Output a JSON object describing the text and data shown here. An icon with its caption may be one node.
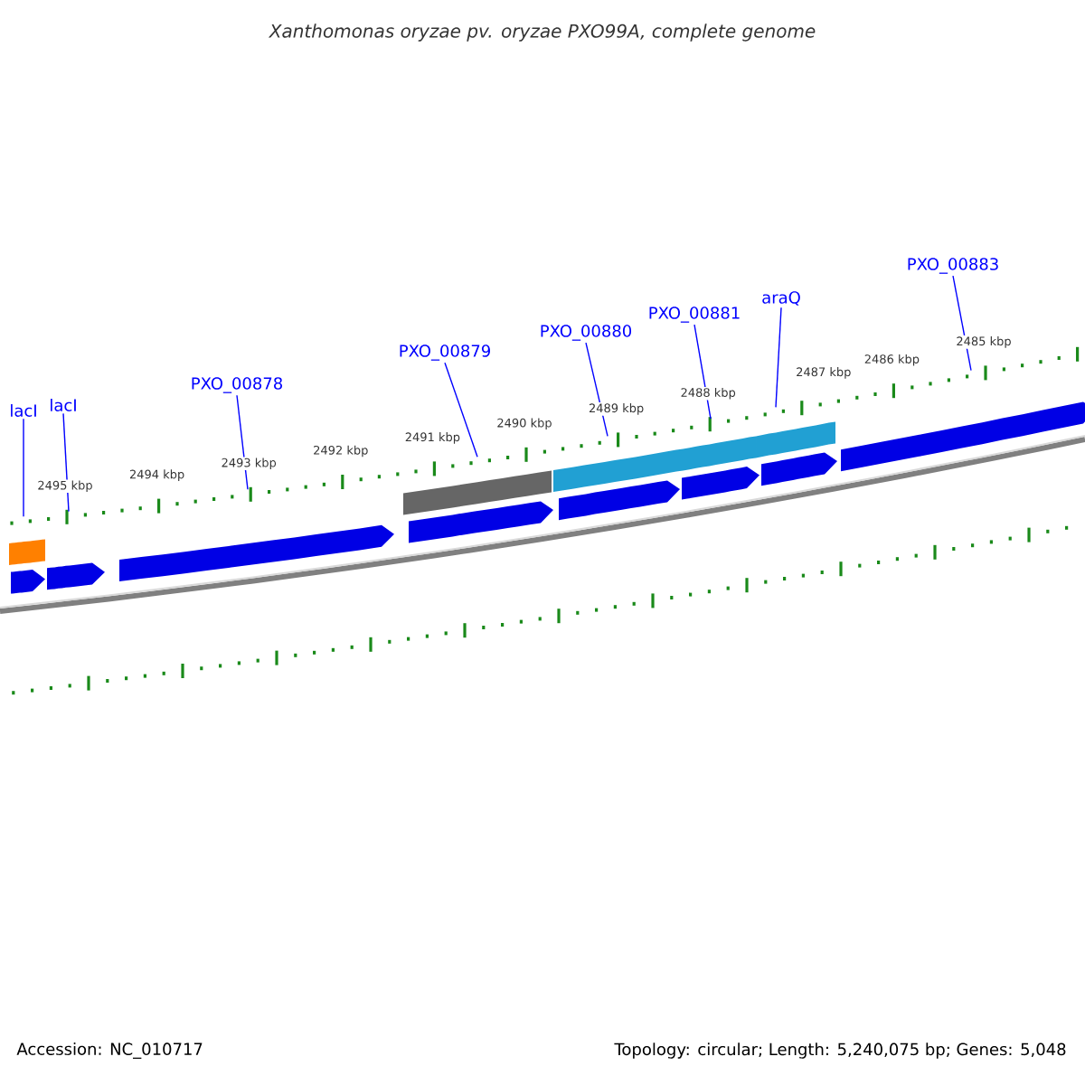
{
  "diagram": {
    "title": "Xanthomonas oryzae pv. oryzae PXO99A, complete genome",
    "nodes": [
      {
        "text": [
          "lacI"
        ]
      },
      {
        "text": [
          "lacI"
        ]
      },
      {
        "text": [
          "PXO_00878"
        ]
      },
      {
        "text": [
          "PXO_00879"
        ]
      },
      {
        "text": [
          "PXO_00880"
        ]
      },
      {
        "text": [
          "PXO_00881"
        ]
      },
      {
        "text": [
          "araQ"
        ]
      },
      {
        "text": [
          "PXO_00883"
        ]
      }
    ],
    "edges": [
      {
        "from": 0,
        "to": null,
        "arrow": "none"
      },
      {
        "from": 1,
        "to": null,
        "arrow": "none"
      },
      {
        "from": 2,
        "to": null,
        "arrow": "none"
      },
      {
        "from": 3,
        "to": null,
        "arrow": "none"
      },
      {
        "from": 4,
        "to": null,
        "arrow": "none"
      },
      {
        "from": 5,
        "to": null,
        "arrow": "none"
      },
      {
        "from": 6,
        "to": null,
        "arrow": "none"
      },
      {
        "from": 7,
        "to": null,
        "arrow": "none"
      }
    ],
    "labels": [
      "2495 kbp",
      "2494 kbp",
      "2493 kbp",
      "2492 kbp",
      "2491 kbp",
      "2490 kbp",
      "2489 kbp",
      "2488 kbp",
      "2487 kbp",
      "2486 kbp",
      "2485 kbp",
      "Accession: NC_010717",
      "Topology: circular; Length: 5,240,075 bp; Genes: 5,048"
    ]
  }
}
